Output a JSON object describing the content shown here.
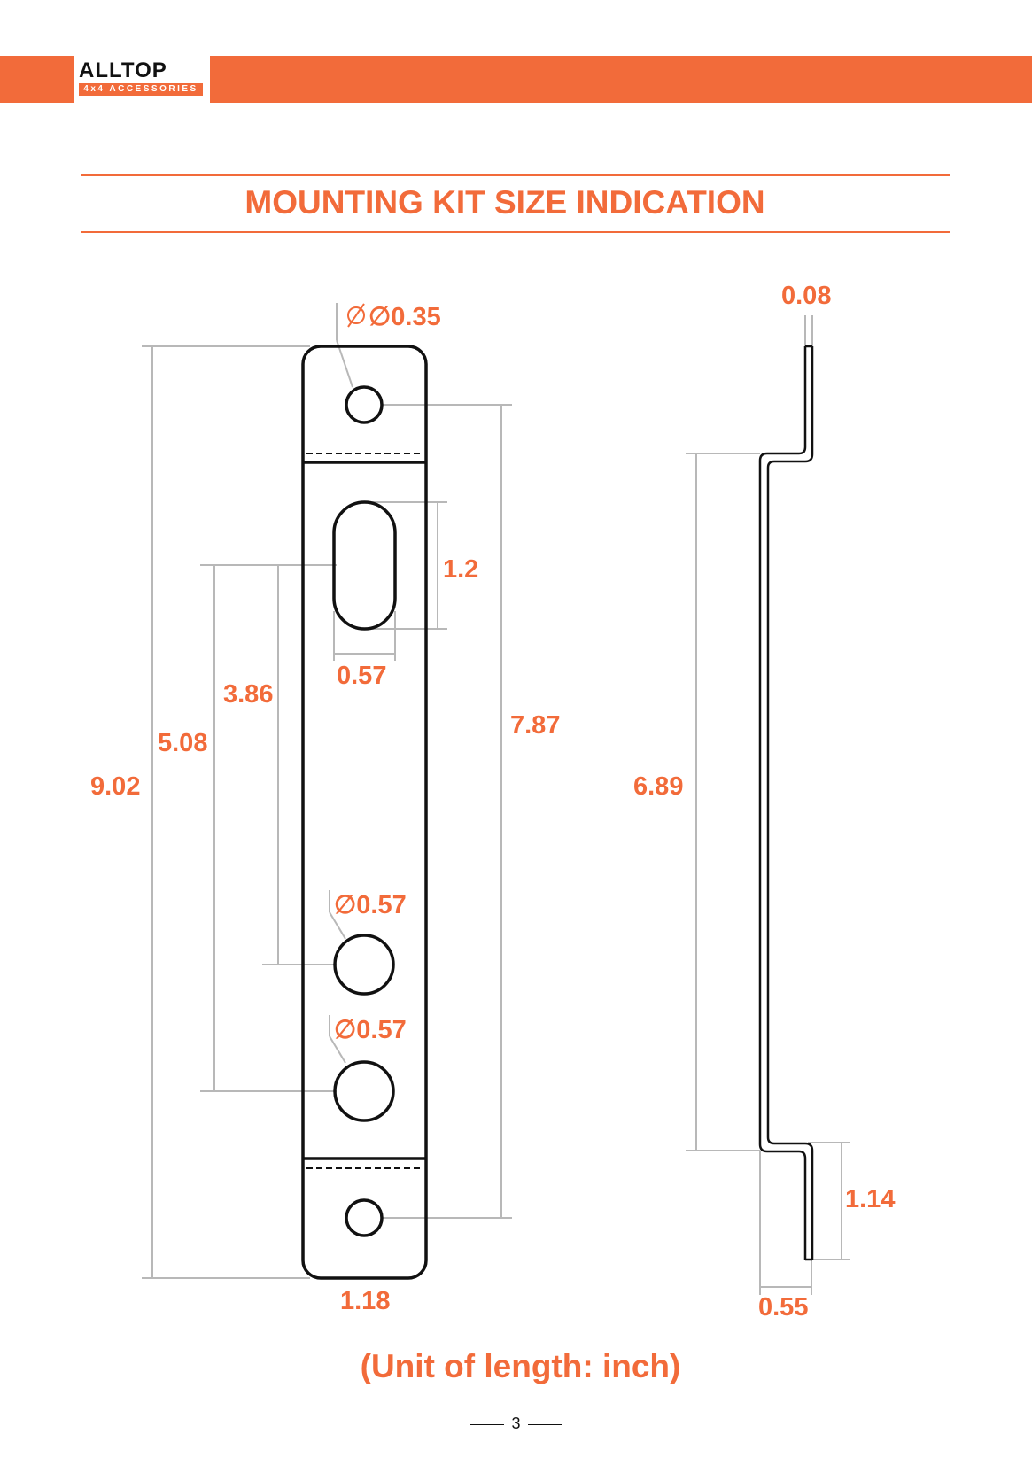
{
  "header": {
    "logo_text": "ALLTOP",
    "logo_subtitle": "4x4 ACCESSORIES",
    "accent_color": "#f26b3a"
  },
  "title": "MOUNTING KIT SIZE INDICATION",
  "front_view": {
    "hole_top_diameter": "∅0.35",
    "slot_length": "1.2",
    "slot_width": "0.57",
    "center_to_hole1": "3.86",
    "center_to_hole2": "5.08",
    "total_length": "9.02",
    "hole_spacing": "7.87",
    "hole1_diameter": "∅0.57",
    "hole2_diameter": "∅0.57",
    "width": "1.18"
  },
  "side_view": {
    "thickness": "0.08",
    "offset_length": "6.89",
    "tab_length": "1.14",
    "offset_depth": "0.55"
  },
  "unit_note": "(Unit of length: inch)",
  "page_number": "3"
}
